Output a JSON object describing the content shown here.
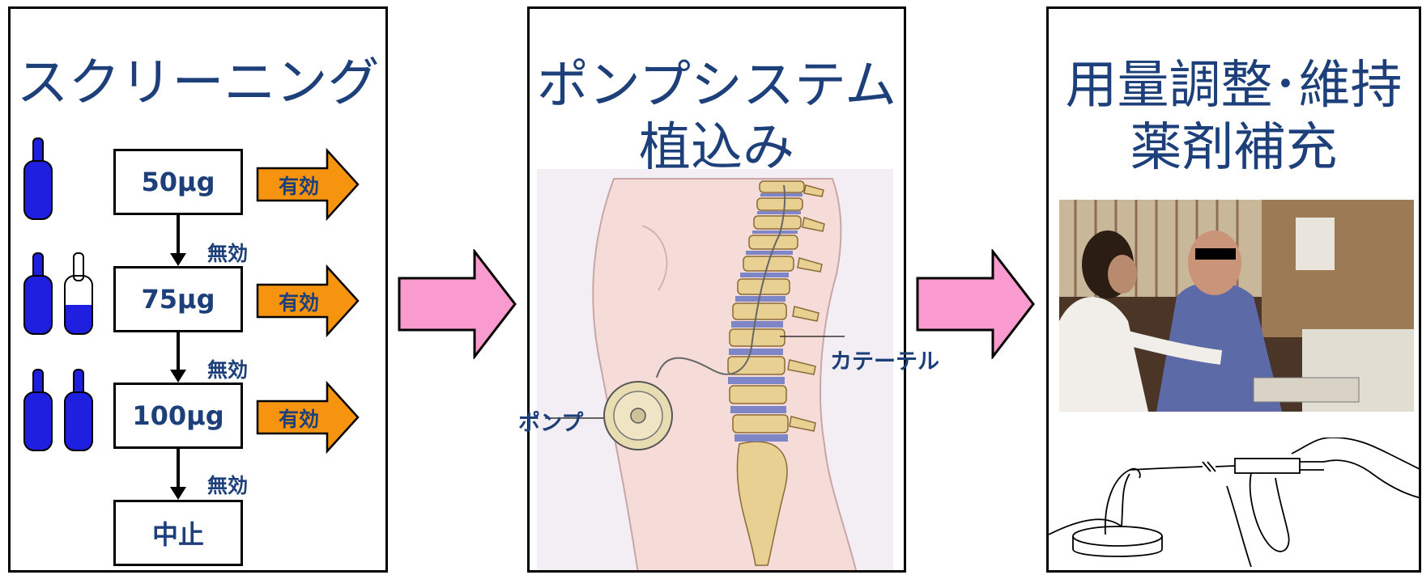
{
  "panel1": {
    "title": "スクリーニング",
    "doses": [
      "50μg",
      "75μg",
      "100μg"
    ],
    "stop_label": "中止",
    "effective_label": "有効",
    "ineffective_label": "無効"
  },
  "panel2": {
    "title_line1": "ポンプシステム",
    "title_line2": "植込み",
    "catheter_label": "カテーテル",
    "pump_label": "ポンプ"
  },
  "panel3": {
    "title_line1": "用量調整･維持",
    "title_line2": "薬剤補充"
  },
  "colors": {
    "title_text": "#1d3f7a",
    "orange_arrow": "#f7940f",
    "pink_arrow": "#f99bce",
    "bottle_blue": "#1f1fe0"
  },
  "icons": [
    "medicine-bottle-icon"
  ]
}
